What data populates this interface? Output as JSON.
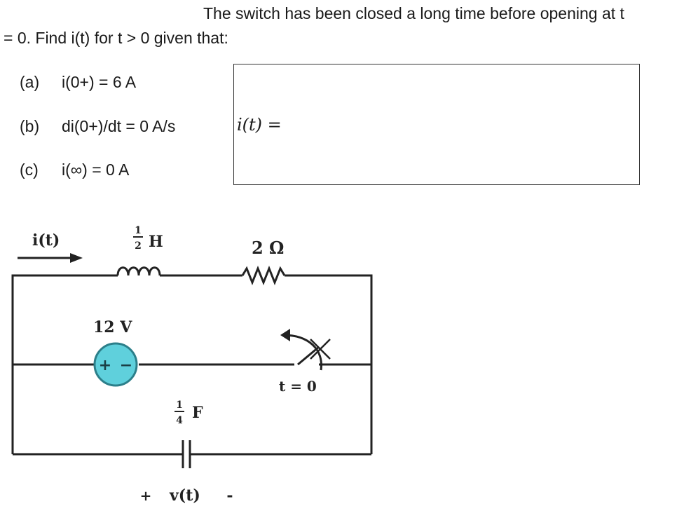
{
  "problem": {
    "line1": "The switch has been closed a long time before opening at t",
    "line2": "= 0. Find i(t) for t > 0 given that:"
  },
  "given": [
    {
      "label": "(a)",
      "text": "i(0+) = 6 A"
    },
    {
      "label": "(b)",
      "text": "di(0+)/dt = 0 A/s"
    },
    {
      "label": "(c)",
      "text": "i(∞) = 0 A"
    }
  ],
  "answer": {
    "label": "i(t) ="
  },
  "circuit": {
    "current_label": "i(t)",
    "inductor": {
      "num": "1",
      "den": "2",
      "unit": "H"
    },
    "resistor": "2 Ω",
    "source": {
      "value": "12 V",
      "plus": "+",
      "minus": "−"
    },
    "capacitor": {
      "num": "1",
      "den": "4",
      "unit": "F"
    },
    "switch_label": "t = 0",
    "voltage_label": {
      "plus": "+",
      "text": "v(t)",
      "minus": "-"
    },
    "colors": {
      "source_fill": "#5fd0dc",
      "source_stroke": "#2c7f8a",
      "wire": "#222222"
    }
  }
}
